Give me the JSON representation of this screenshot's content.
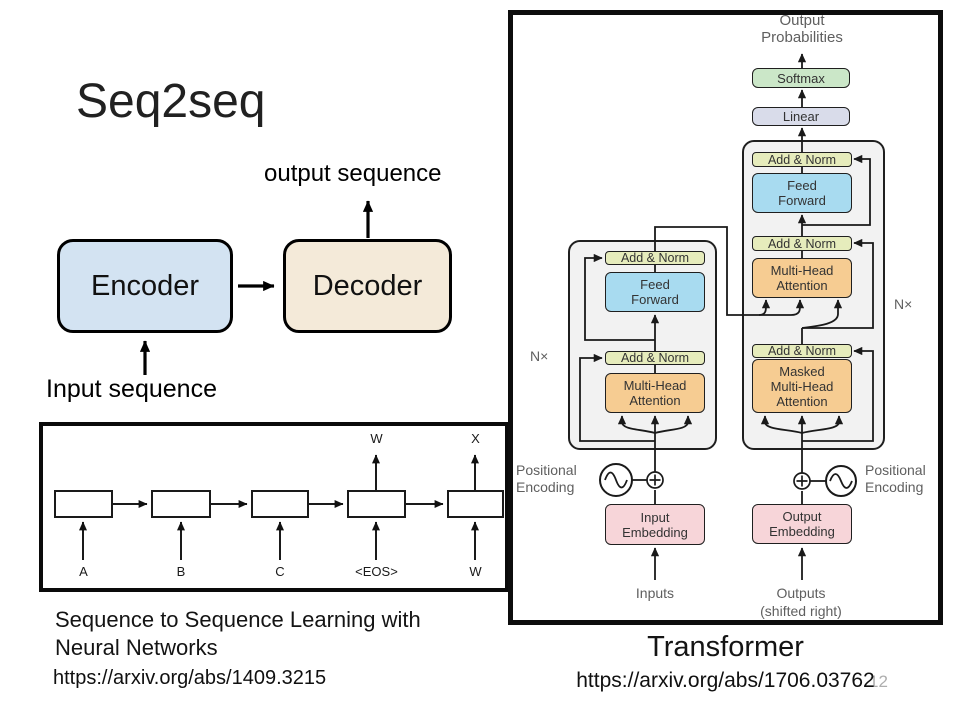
{
  "slide": {
    "title": "Seq2seq",
    "page_number": "12"
  },
  "overview": {
    "output_sequence_label": "output sequence",
    "input_sequence_label": "Input sequence",
    "encoder_label": "Encoder",
    "decoder_label": "Decoder",
    "encoder_fill": "#d3e3f2",
    "decoder_fill": "#f4ead9"
  },
  "rnn_figure": {
    "input_labels": [
      "A",
      "B",
      "C",
      "<EOS>",
      "W"
    ],
    "output_labels": [
      "W",
      "X"
    ],
    "caption_line1": "Sequence to Sequence Learning with",
    "caption_line2": "Neural Networks",
    "url": "https://arxiv.org/abs/1409.3215"
  },
  "transformer": {
    "caption": "Transformer",
    "url": "https://arxiv.org/abs/1706.03762",
    "output_probabilities_line1": "Output",
    "output_probabilities_line2": "Probabilities",
    "softmax": "Softmax",
    "linear": "Linear",
    "add_norm": "Add & Norm",
    "feed_forward_line1": "Feed",
    "feed_forward_line2": "Forward",
    "multi_head_line1": "Multi-Head",
    "multi_head_line2": "Attention",
    "masked_line1": "Masked",
    "masked_line2": "Multi-Head",
    "masked_line3": "Attention",
    "input_embedding_line1": "Input",
    "input_embedding_line2": "Embedding",
    "output_embedding_line1": "Output",
    "output_embedding_line2": "Embedding",
    "inputs_label": "Inputs",
    "outputs_label": "Outputs",
    "outputs_sublabel": "(shifted right)",
    "positional_encoding_line1": "Positional",
    "positional_encoding_line2": "Encoding",
    "n_times": "N×",
    "colors": {
      "softmax": "#cbe7c8",
      "linear": "#d9dcea",
      "add_norm": "#e6ecbc",
      "feed_forward": "#a8dbf0",
      "attention": "#f6cc92",
      "embedding": "#f7d5d9",
      "container": "#f2f2f2"
    }
  }
}
